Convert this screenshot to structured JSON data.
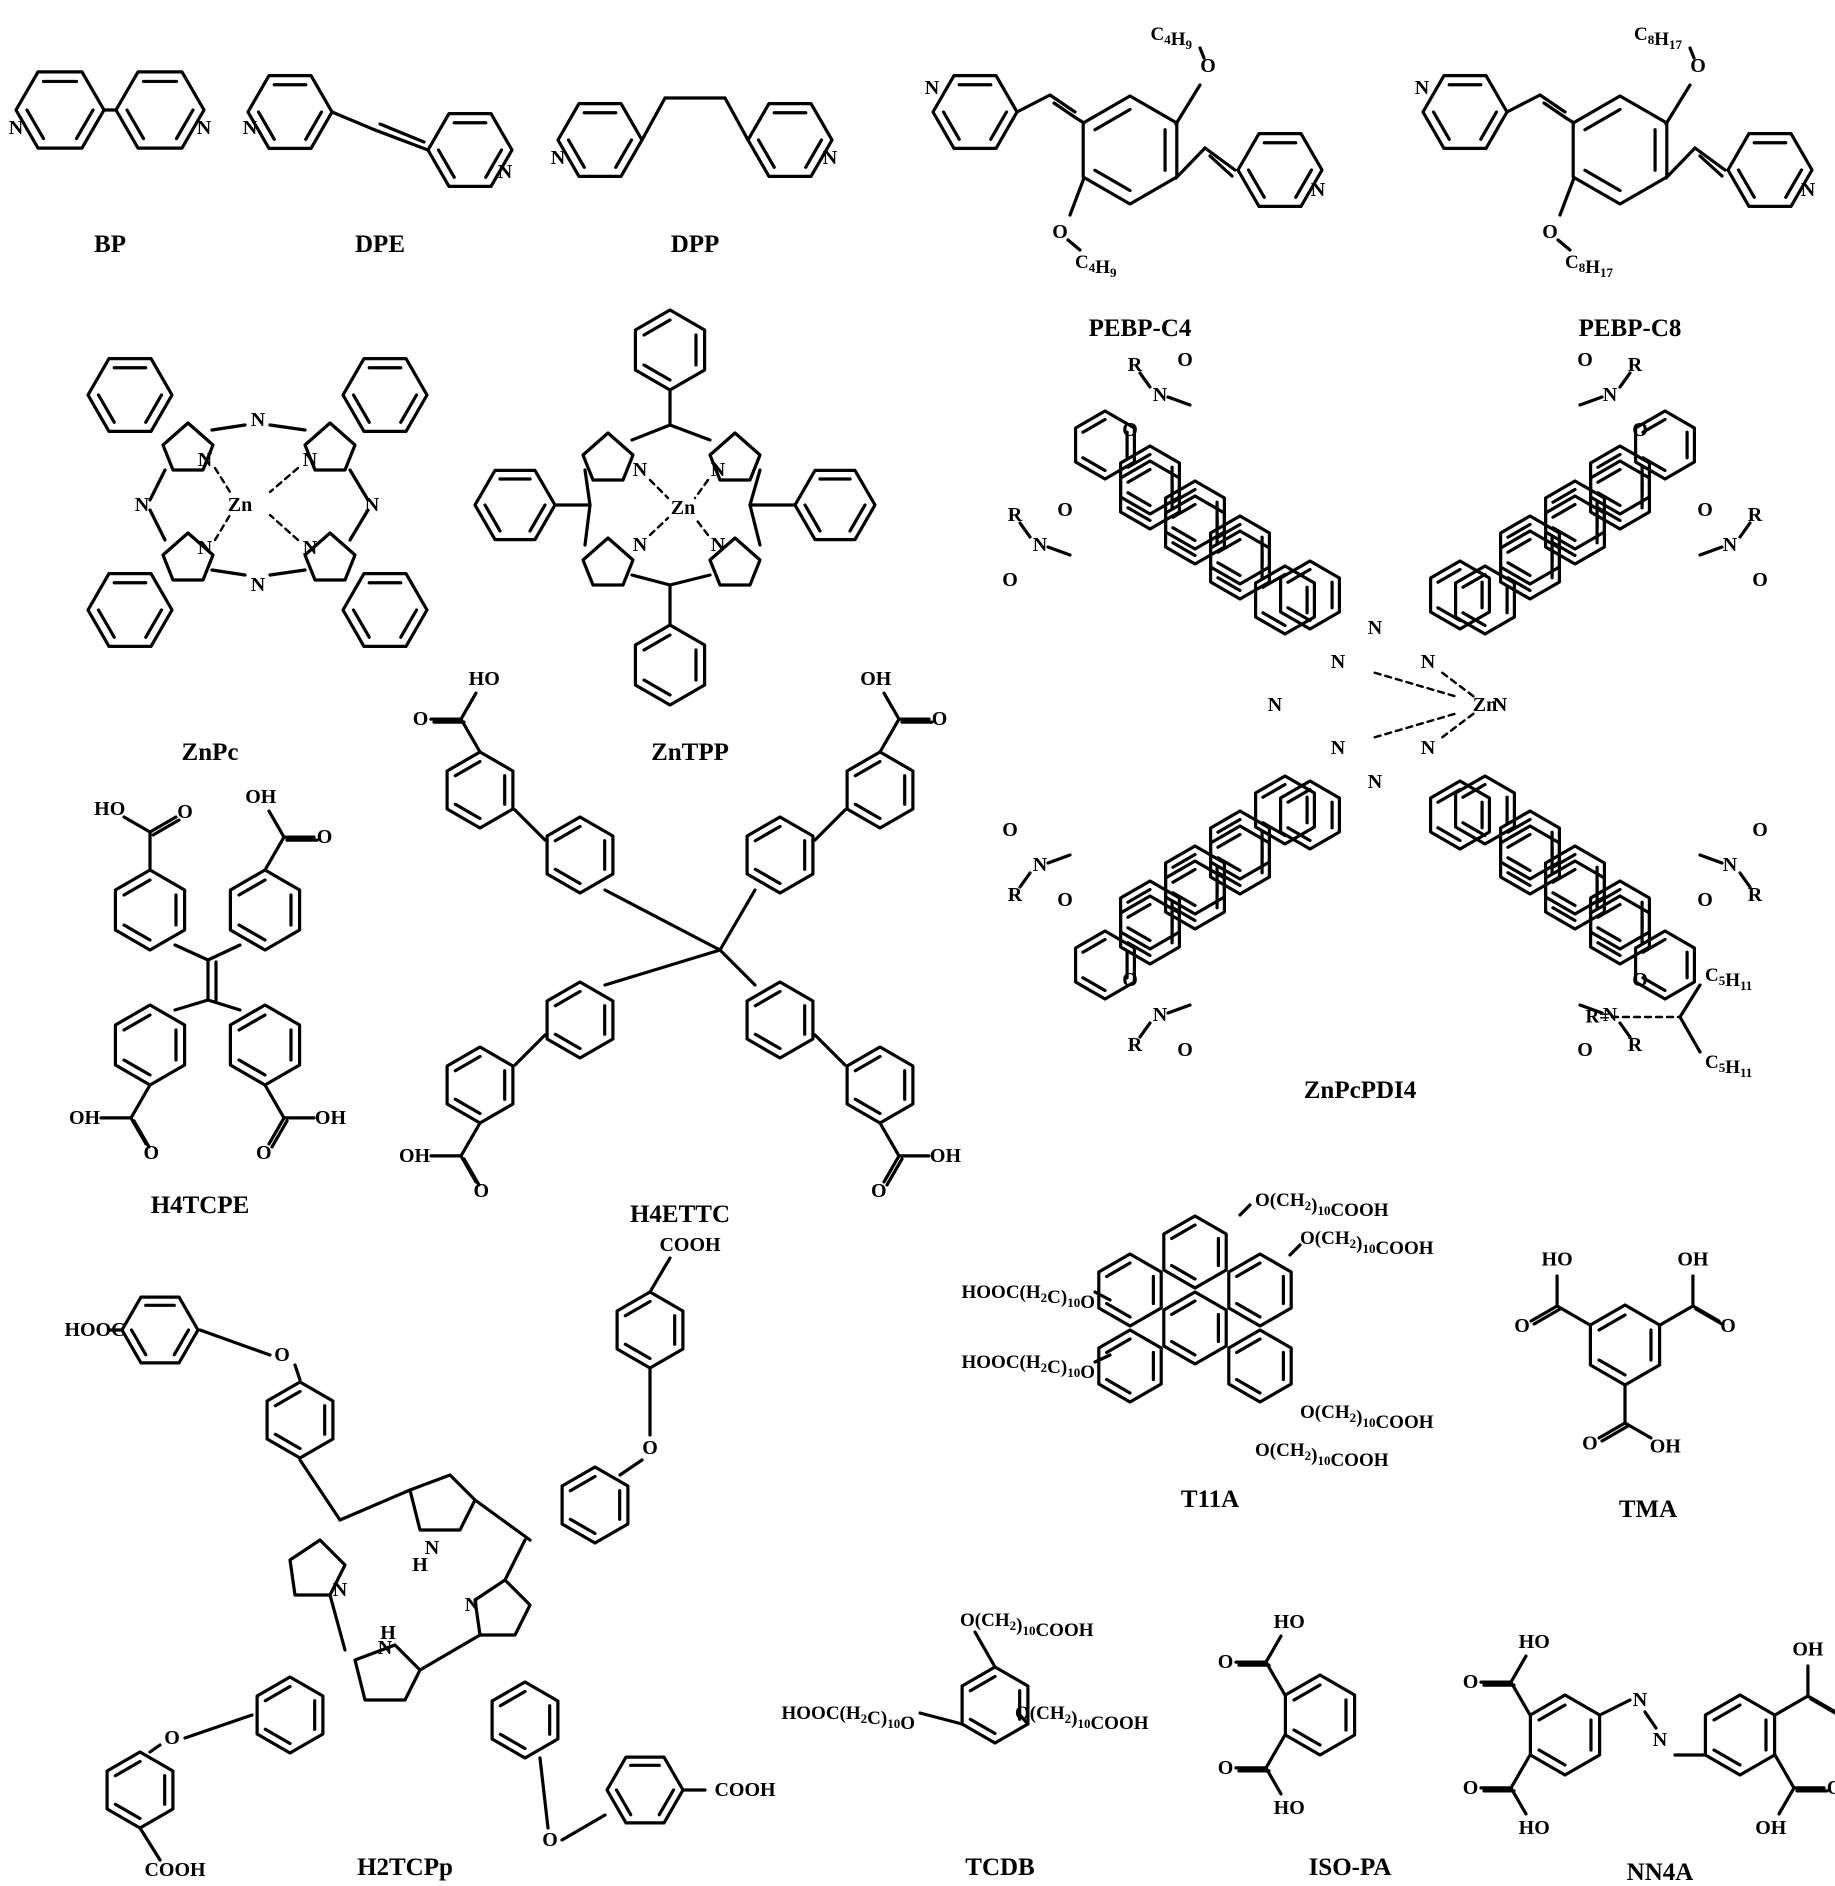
{
  "figure": {
    "compounds": [
      {
        "id": "bp",
        "name": "BP"
      },
      {
        "id": "dpe",
        "name": "DPE"
      },
      {
        "id": "dpp",
        "name": "DPP"
      },
      {
        "id": "pebp_c4",
        "name": "PEBP-C4",
        "alkyl": "C4H9"
      },
      {
        "id": "pebp_c8",
        "name": "PEBP-C8",
        "alkyl": "C8H17"
      },
      {
        "id": "znpc",
        "name": "ZnPc"
      },
      {
        "id": "zntpp",
        "name": "ZnTPP"
      },
      {
        "id": "znpcpdi4",
        "name": "ZnPcPDI4",
        "r_definition": {
          "lhs": "R=",
          "substituent": "C5H11"
        }
      },
      {
        "id": "h4tcpe",
        "name": "H4TCPE"
      },
      {
        "id": "h4ettc",
        "name": "H4ETTC"
      },
      {
        "id": "t11a",
        "name": "T11A",
        "chain_right": "O(CH2)10COOH",
        "chain_left": "HOOC(H2C)10O"
      },
      {
        "id": "tma",
        "name": "TMA"
      },
      {
        "id": "h2tcpp",
        "name": "H2TCPp"
      },
      {
        "id": "tcdb",
        "name": "TCDB",
        "chain_right": "O(CH2)10COOH",
        "chain_left": "HOOC(H2C)10O"
      },
      {
        "id": "iso_pa",
        "name": "ISO-PA"
      },
      {
        "id": "nn4a",
        "name": "NN4A"
      }
    ],
    "atoms": {
      "nitrogen": "N",
      "zinc": "Zn",
      "oxygen": "O",
      "hydroxyl": "OH",
      "hydroxyl_left": "HO",
      "carboxyl": "COOH",
      "carboxyl_left": "HOOC",
      "pyrrole_nh": "H",
      "r_group": "R"
    }
  }
}
